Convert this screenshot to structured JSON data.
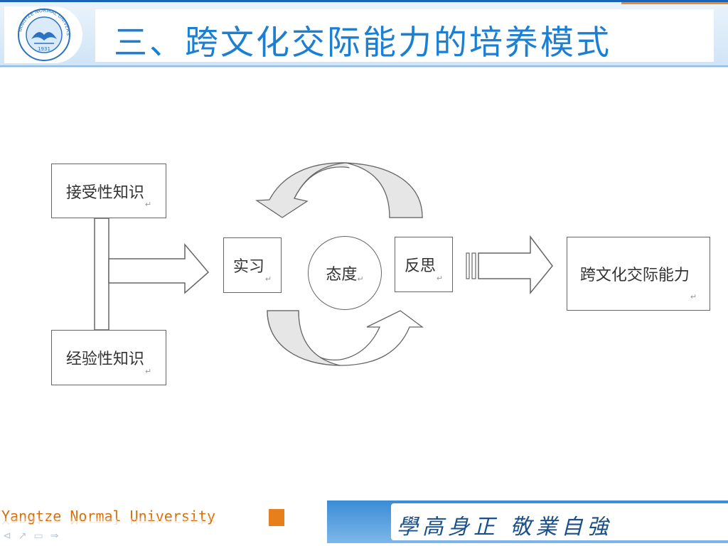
{
  "header": {
    "title": "三、跨文化交际能力的培养模式",
    "logo_ring_text": "YANGTZE NORMAL UNIVERSITY",
    "logo_year": "1931"
  },
  "diagram": {
    "nodes": {
      "receptive_knowledge": "接受性知识",
      "experiential_knowledge": "经验性知识",
      "practice": "实习",
      "attitude": "态度",
      "reflection": "反思",
      "intercultural_competence": "跨文化交际能力"
    },
    "paragraph_mark": "↵"
  },
  "footer": {
    "university_name": "Yangtze Normal University",
    "motto": "學高身正 敬業自強",
    "nav": [
      "⊲",
      "↗",
      "▭",
      "⇒"
    ]
  },
  "colors": {
    "title": "#1c7fd2",
    "brand_blue": "#1a63b6",
    "accent_orange": "#e7801c",
    "arrow_fill": "#e6e6e6",
    "line": "#666666"
  }
}
